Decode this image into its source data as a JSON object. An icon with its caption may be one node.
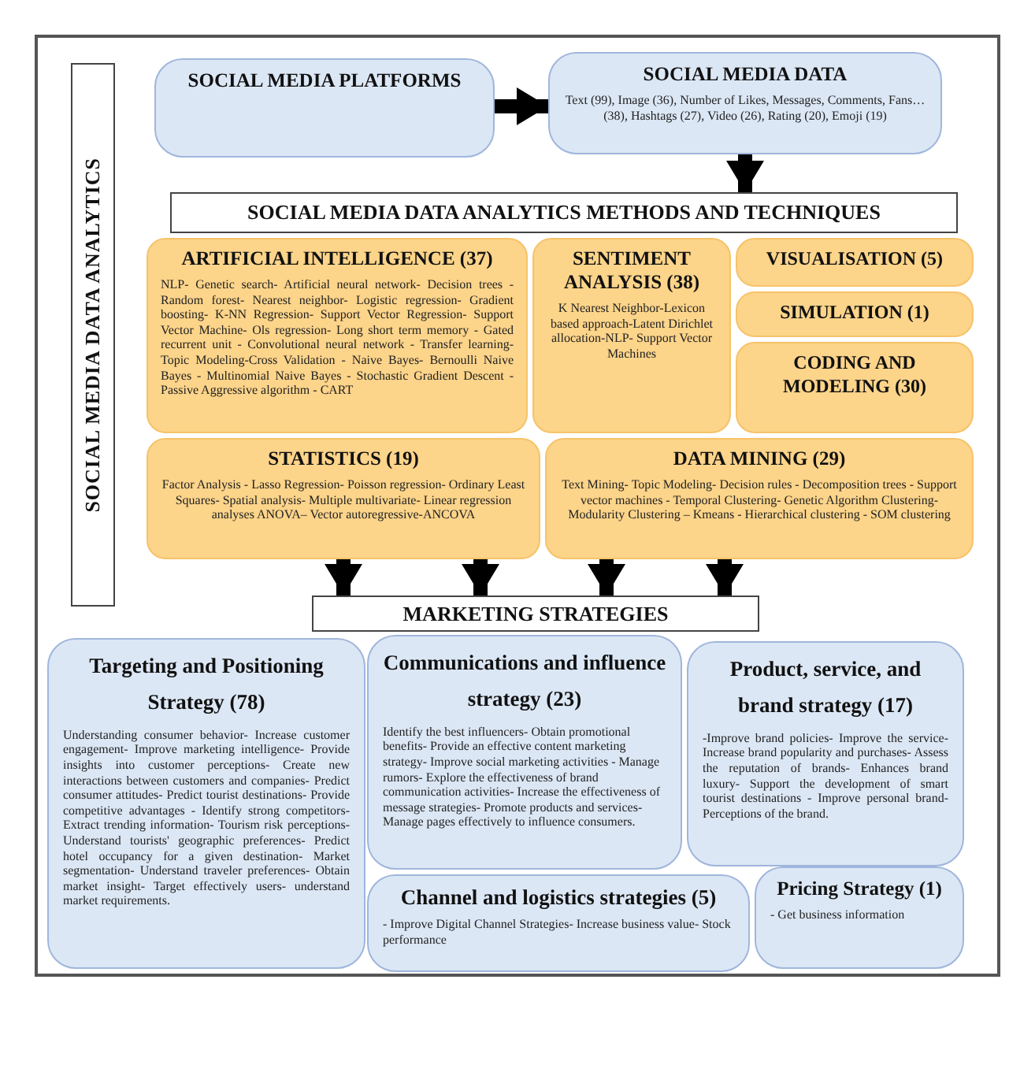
{
  "diagram": {
    "nodes": [
      {
        "text": [
          "SOCIAL MEDIA DATA ANALYTICS"
        ]
      },
      {
        "text": [
          "SOCIAL MEDIA PLATFORMS"
        ]
      },
      {
        "text": [
          "SOCIAL MEDIA DATA",
          "Text (99), Image (36), Number of Likes, Messages, Comments, Fans… (38), Hashtags (27), Video (26), Rating (20), Emoji (19)"
        ]
      },
      {
        "text": [
          "SOCIAL MEDIA DATA ANALYTICS METHODS AND TECHNIQUES"
        ]
      },
      {
        "text": [
          "ARTIFICIAL INTELLIGENCE (37)",
          "NLP- Genetic search- Artificial neural network- Decision trees - Random forest- Nearest neighbor- Logistic regression- Gradient boosting- K-NN Regression- Support Vector Regression- Support Vector Machine- Ols regression- Long short term memory - Gated recurrent unit - Convolutional neural network - Transfer learning- Topic Modeling-Cross Validation - Naive Bayes- Bernoulli Naive Bayes - Multinomial Naive Bayes - Stochastic Gradient Descent -Passive Aggressive algorithm - CART"
        ]
      },
      {
        "text": [
          "SENTIMENT ANALYSIS (38)",
          "K Nearest Neighbor-Lexicon based approach-Latent Dirichlet allocation-NLP- Support Vector Machines"
        ]
      },
      {
        "text": [
          "VISUALISATION (5)"
        ]
      },
      {
        "text": [
          "SIMULATION (1)"
        ]
      },
      {
        "text": [
          "CODING AND MODELING (30)"
        ]
      },
      {
        "text": [
          "STATISTICS (19)",
          "Factor Analysis - Lasso Regression- Poisson regression- Ordinary Least Squares- Spatial analysis- Multiple multivariate- Linear regression analyses ANOVA– Vector autoregressive-ANCOVA"
        ]
      },
      {
        "text": [
          "DATA MINING (29)",
          "Text Mining- Topic Modeling- Decision rules - Decomposition trees - Support vector machines - Temporal Clustering- Genetic Algorithm Clustering- Modularity Clustering – Kmeans - Hierarchical clustering - SOM clustering"
        ]
      },
      {
        "text": [
          "MARKETING STRATEGIES"
        ]
      },
      {
        "text": [
          "Targeting and Positioning Strategy (78)",
          "Understanding consumer behavior- Increase customer engagement- Improve marketing intelligence- Provide insights into customer perceptions- Create new interactions between customers and companies- Predict consumer attitudes- Predict tourist destinations- Provide competitive advantages - Identify strong competitors- Extract trending information- Tourism risk perceptions- Understand tourists' geographic preferences- Predict hotel occupancy for a given destination- Market segmentation- Understand traveler preferences- Obtain market insight- Target effectively users- understand market requirements."
        ]
      },
      {
        "text": [
          "Communications and influence strategy (23)",
          "Identify the best influencers- Obtain promotional benefits- Provide an effective content marketing strategy- Improve social marketing activities - Manage rumors- Explore the effectiveness of brand communication activities- Increase the effectiveness of message strategies- Promote products and services- Manage pages effectively to influence consumers."
        ]
      },
      {
        "text": [
          "Product, service, and brand strategy (17)",
          "-Improve brand policies- Improve the service- Increase brand popularity and purchases- Assess the reputation of brands- Enhances brand luxury- Support the development of smart tourist destinations - Improve personal brand- Perceptions of the brand."
        ]
      },
      {
        "text": [
          "Channel and logistics strategies (5)",
          "- Improve Digital Channel Strategies- Increase business value- Stock performance"
        ]
      },
      {
        "text": [
          "Pricing Strategy (1)",
          "- Get business information"
        ]
      }
    ],
    "edges": [
      {
        "from": 1,
        "to": 2,
        "arrow": "to"
      },
      {
        "from": 2,
        "to": 3,
        "arrow": "to"
      },
      {
        "from": 9,
        "to": 11,
        "arrow": "to"
      },
      {
        "from": 9,
        "to": 11,
        "arrow": "to"
      },
      {
        "from": 10,
        "to": 11,
        "arrow": "to"
      },
      {
        "from": 10,
        "to": 11,
        "arrow": "to"
      }
    ]
  }
}
